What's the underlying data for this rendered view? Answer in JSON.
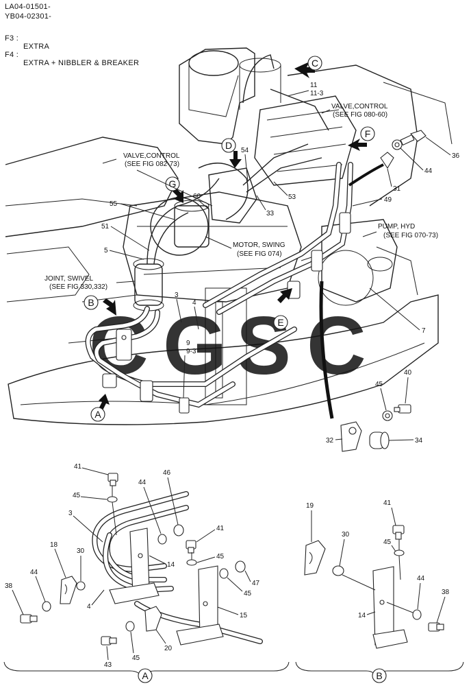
{
  "header": {
    "serial_1": "LA04-01501-",
    "serial_2": "YB04-02301-",
    "f3_code": "F3 :",
    "f3_text": "EXTRA",
    "f4_code": "F4 :",
    "f4_text": "EXTRA + NIBBLER & BREAKER"
  },
  "annotations": {
    "valve_control_1": [
      "VALVE,CONTROL",
      "(SEE FIG 080-60)"
    ],
    "valve_control_2": [
      "VALVE,CONTROL",
      "(SEE FIG 082-73)"
    ],
    "pump_hyd": [
      "PUMP, HYD",
      "(SEE FIG 070-73)"
    ],
    "motor_swing": [
      "MOTOR, SWING",
      "(SEE FIG 074)"
    ],
    "joint_swivel": [
      "JOINT, SWIVEL",
      "(SEE FIG 330,332)"
    ]
  },
  "view_letters": {
    "A": "A",
    "B": "B",
    "C": "C",
    "D": "D",
    "E": "E",
    "F": "F",
    "G": "G"
  },
  "detail_titles": {
    "A": "A",
    "B": "B"
  },
  "callouts_main": {
    "c11": "11",
    "c11_3": "11-3",
    "c36": "36",
    "c44": "44",
    "c31": "31",
    "c54": "54",
    "c53": "53",
    "c33": "33",
    "c49": "49",
    "c60": "60",
    "c55": "55",
    "c51": "51",
    "c5": "5",
    "c3": "3",
    "c4": "4",
    "c9": "9",
    "c9_3": "9-3",
    "c7": "7",
    "c45": "45",
    "c40": "40",
    "c32": "32",
    "c34": "34"
  },
  "callouts_detail_a": {
    "c41a": "41",
    "c46": "46",
    "c45a": "45",
    "c44a": "44",
    "c3": "3",
    "c41b": "41",
    "c45b": "45",
    "c18": "18",
    "c30": "30",
    "c14": "14",
    "c45c": "45",
    "c47": "47",
    "c44b": "44",
    "c38": "38",
    "c4": "4",
    "c15": "15",
    "c43": "43",
    "c45d": "45",
    "c20": "20"
  },
  "callouts_detail_b": {
    "c19": "19",
    "c41": "41",
    "c30": "30",
    "c45": "45",
    "c44": "44",
    "c14": "14",
    "c38": "38"
  },
  "watermark": {
    "letters": [
      "C",
      "G",
      "S",
      "C"
    ],
    "colors": [
      "#3b7de0",
      "#e8473c",
      "#f3c230",
      "#27a05a"
    ]
  }
}
